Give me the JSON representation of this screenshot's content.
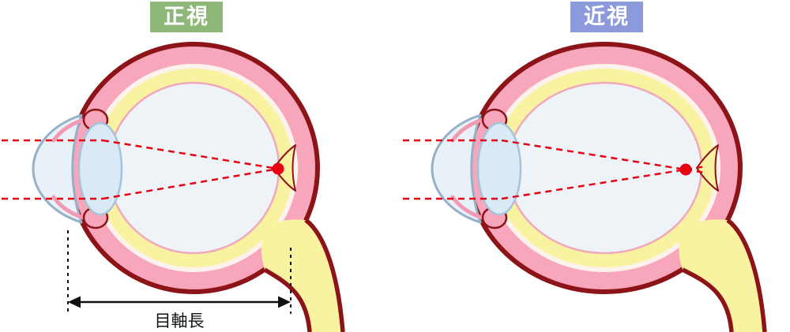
{
  "diagram": {
    "left": {
      "title": "正視",
      "title_bg_color": "#8FB878"
    },
    "right": {
      "title": "近視",
      "title_bg_color": "#8C99DB"
    },
    "axial_length_label": "目軸長",
    "colors": {
      "sclera_outline": "#8C1317",
      "sclera_pink": "#F7A6BB",
      "eye_wall_cream": "#FDF3EC",
      "choroid_yellow": "#F9F2A0",
      "vitreous_blue": "#EDF3F7",
      "cornea_blue": "#E8F1F8",
      "lens_blue": "#D9E9F5",
      "light_ray_red": "#E60012",
      "annotation_black": "#111111"
    }
  }
}
